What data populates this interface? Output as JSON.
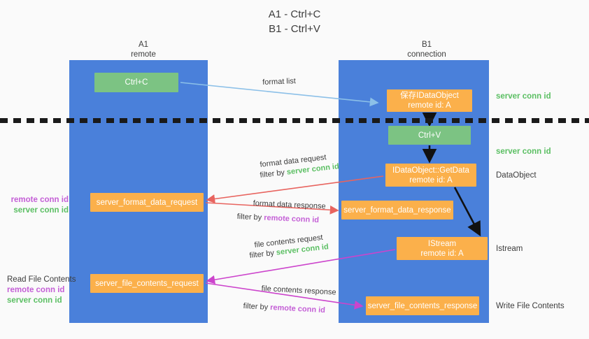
{
  "title": "A1 - Ctrl+C\nB1 - Ctrl+V",
  "columns": {
    "left": "A1\nremote",
    "right": "B1\nconnection"
  },
  "nodes": {
    "ctrl_c": "Ctrl+C",
    "save_idataobject": "保存IDataObject\nremote id: A",
    "ctrl_v": "Ctrl+V",
    "getdata": "IDataObject::GetData\nremote id: A",
    "istream": "IStream\nremote id: A",
    "server_format_data_request": "server_format_data_request",
    "server_format_data_response": "server_format_data_response",
    "server_file_contents_request": "server_file_contents_request",
    "server_file_contents_response": "server_file_contents_response"
  },
  "right_labels": {
    "server_conn_id_top": "server conn id",
    "server_conn_id_mid": "server conn id",
    "dataobject": "DataObject",
    "istream": "Istream",
    "write_file_contents": "Write File Contents"
  },
  "left_labels": {
    "remote_conn_id_1": "remote conn id",
    "server_conn_id_1": "server conn id",
    "read_file_contents": "Read File Contents",
    "remote_conn_id_2": "remote conn id",
    "server_conn_id_2": "server conn id"
  },
  "edges": {
    "format_list": "format list",
    "format_data_request": "format data request",
    "format_data_request_filter_prefix": "filter by ",
    "format_data_request_filter_key": "server conn id",
    "format_data_response": "format data response",
    "format_data_response_filter_prefix": "filter by ",
    "format_data_response_filter_key": "remote conn id",
    "file_contents_request": "file contents request",
    "file_contents_request_filter_prefix": "filter by ",
    "file_contents_request_filter_key": "server conn id",
    "file_contents_response": "file contents response",
    "file_contents_response_filter_prefix": "filter by ",
    "file_contents_response_filter_key": "remote conn id"
  },
  "colors": {
    "band_blue": "#4a80da",
    "node_green": "#7cc383",
    "node_orange": "#fbb04b",
    "server_conn_id": "#5bbf63",
    "remote_conn_id": "#c45fd6",
    "arrow_light_blue": "#8cc0e8",
    "arrow_red": "#e8645f",
    "arrow_magenta": "#cc44cc",
    "arrow_black": "#000000",
    "background": "#fafafa"
  }
}
